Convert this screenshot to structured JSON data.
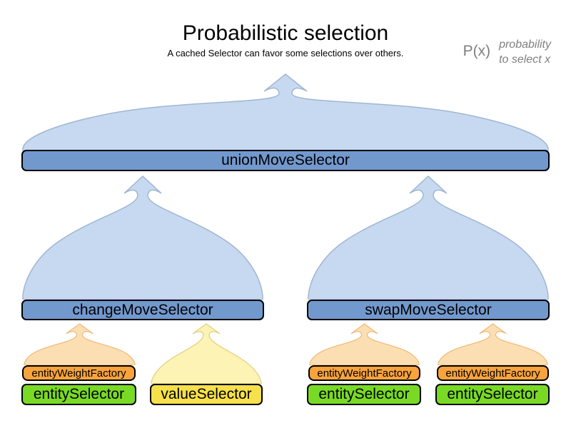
{
  "title": "Probabilistic selection",
  "subtitle": "A cached Selector can favor some selections over others.",
  "legend": {
    "symbol": "P(x)",
    "note_line1": "probability",
    "note_line2": "to select x"
  },
  "colors": {
    "blue_bar": "#7299CE",
    "blue_funnel": "#C6D9F0",
    "orange_bar": "#F9A33D",
    "orange_funnel": "#FBDFB2",
    "green_bar": "#79DA25",
    "yellow_bar": "#F6E04B",
    "yellow_funnel": "#FCF3B4"
  },
  "tree": {
    "root": {
      "label": "unionMoveSelector"
    },
    "branches": [
      {
        "label": "changeMoveSelector",
        "children": [
          {
            "factory": "entityWeightFactory",
            "selector": "entitySelector"
          },
          {
            "selector": "valueSelector"
          }
        ]
      },
      {
        "label": "swapMoveSelector",
        "children": [
          {
            "factory": "entityWeightFactory",
            "selector": "entitySelector"
          },
          {
            "factory": "entityWeightFactory",
            "selector": "entitySelector"
          }
        ]
      }
    ]
  }
}
